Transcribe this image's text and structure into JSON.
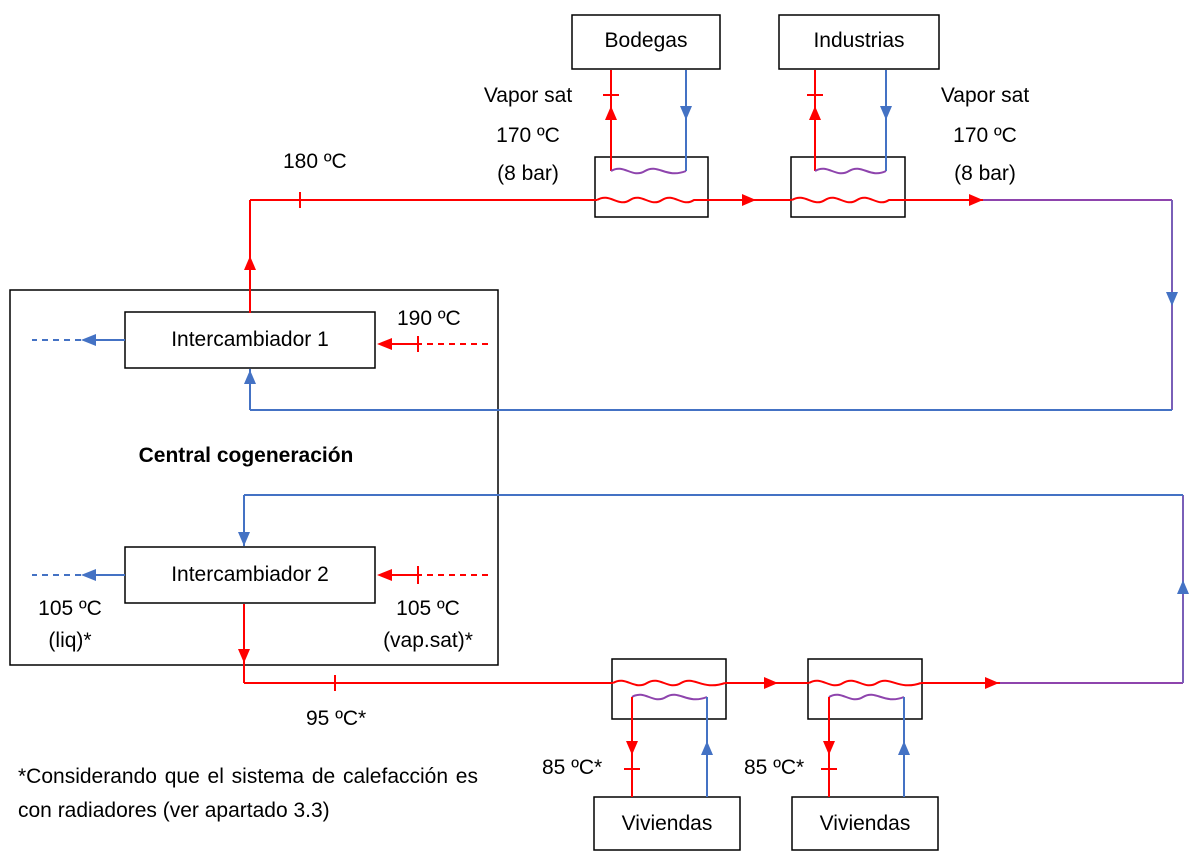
{
  "colors": {
    "hot": "#ff0000",
    "cold": "#4472c4",
    "mixed": "#8e44ad",
    "box": "#000000"
  },
  "boxes": {
    "bodegas": "Bodegas",
    "industrias": "Industrias",
    "intercambiador1": "Intercambiador 1",
    "intercambiador2": "Intercambiador 2",
    "viviendas_1": "Viviendas",
    "viviendas_2": "Viviendas"
  },
  "plant_label": "Central cogeneración",
  "labels": {
    "vapor_left": [
      "Vapor sat",
      "170 ºC",
      "(8 bar)"
    ],
    "vapor_right": [
      "Vapor sat",
      "170 ºC",
      "(8 bar)"
    ],
    "t_180": "180 ºC",
    "t_190": "190 ºC",
    "t_105_liq": [
      "105 ºC",
      "(liq)*"
    ],
    "t_105_vap": [
      "105 ºC",
      "(vap.sat)*"
    ],
    "t_95": "95 ºC*",
    "t_85_a": "85 ºC*",
    "t_85_b": "85 ºC*"
  },
  "footnote": "*Considerando que el sistema de calefacción es con radiadores (ver apartado 3.3)"
}
